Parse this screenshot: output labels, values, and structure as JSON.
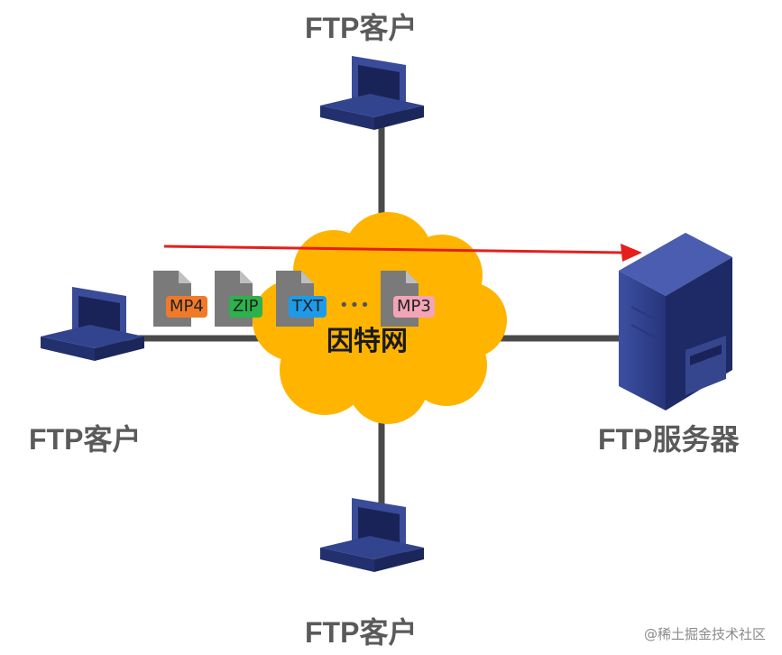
{
  "labels": {
    "client_top": "FTP客户",
    "client_left": "FTP客户",
    "client_bottom": "FTP客户",
    "server": "FTP服务器",
    "internet": "因特网"
  },
  "files": [
    {
      "label": "MP4",
      "color": "#f07a2a"
    },
    {
      "label": "ZIP",
      "color": "#2bb24c"
    },
    {
      "label": "TXT",
      "color": "#1e9be8"
    },
    {
      "label": "MP3",
      "color": "#f3a4b6"
    }
  ],
  "ellipsis": "•••",
  "watermark": "@稀土掘金技术社区",
  "colors": {
    "cloud": "#ffb400",
    "link": "#4a4a4a",
    "arrow": "#e61e1e",
    "device": "#2c3f8f"
  }
}
